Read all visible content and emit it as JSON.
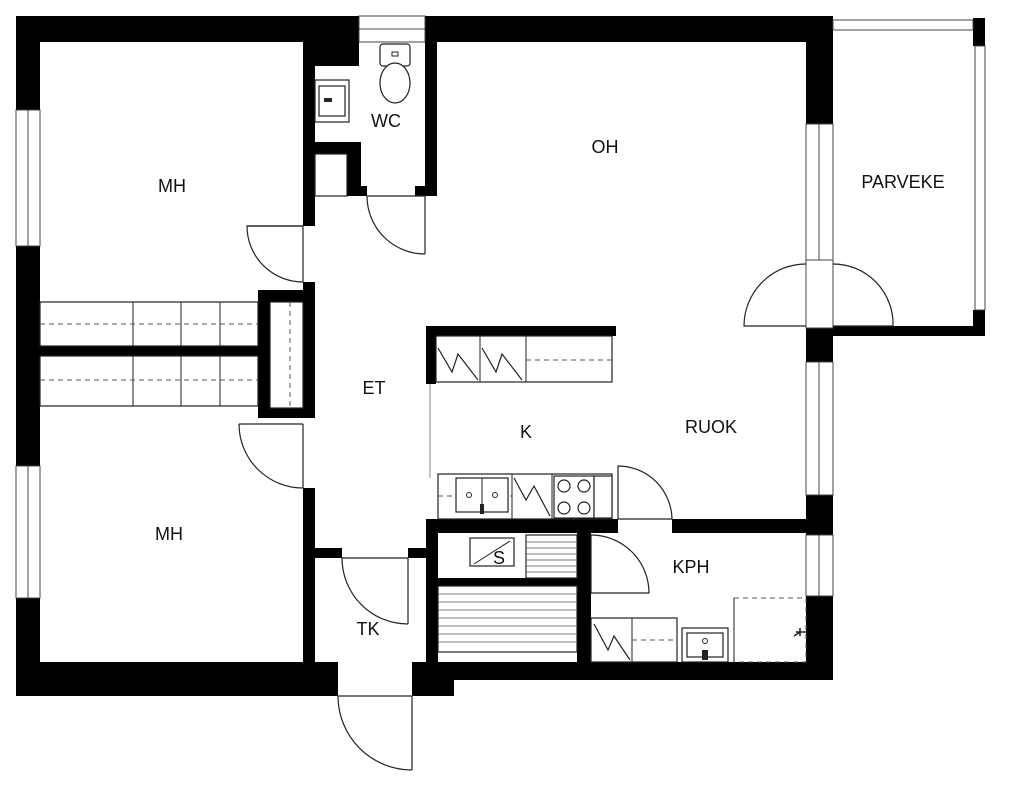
{
  "plan": {
    "wall_color": "#000000",
    "background": "#ffffff",
    "rooms": {
      "mh_upper": "MH",
      "mh_lower": "MH",
      "wc": "WC",
      "oh": "OH",
      "parveke": "PARVEKE",
      "et": "ET",
      "k": "K",
      "ruok": "RUOK",
      "kph": "KPH",
      "s": "S",
      "tk": "TK"
    }
  }
}
